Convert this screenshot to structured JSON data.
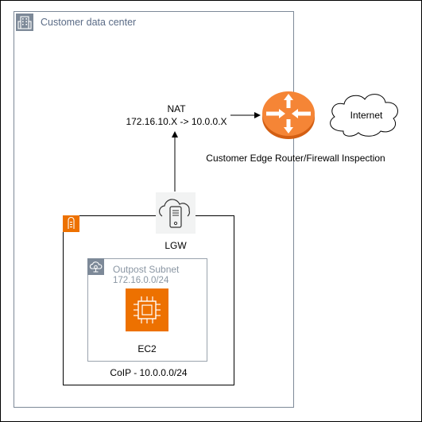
{
  "customer_data_center": {
    "label": "Customer data center"
  },
  "nat": {
    "title": "NAT",
    "rule": "172.16.10.X -> 10.0.0.X"
  },
  "router": {
    "label": "Customer Edge Router/Firewall Inspection"
  },
  "internet": {
    "label": "Internet"
  },
  "lgw": {
    "label": "LGW"
  },
  "subnet": {
    "label": "Outpost Subnet",
    "cidr": "172.16.0.0/24"
  },
  "ec2": {
    "label": "EC2"
  },
  "coip": {
    "label": "CoIP - 10.0.0.0/24"
  },
  "colors": {
    "aws_orange": "#ed7100",
    "router_orange": "#f58536",
    "group_border": "#7d8998",
    "group_text": "#5a6b86"
  },
  "icons": [
    "corporate-data-center-icon",
    "outposts-icon",
    "subnet-icon",
    "ec2-instance-icon",
    "local-gateway-icon",
    "router-icon",
    "internet-cloud-icon"
  ]
}
